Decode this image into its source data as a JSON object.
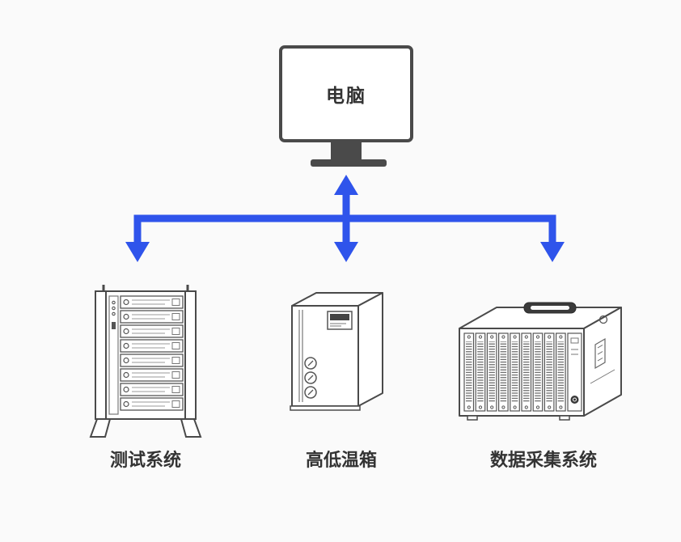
{
  "diagram": {
    "computer": {
      "label": "电脑"
    },
    "devices": [
      {
        "id": "test-system",
        "label": "测试系统"
      },
      {
        "id": "temp-chamber",
        "label": "高低温箱"
      },
      {
        "id": "daq-system",
        "label": "数据采集系统"
      }
    ],
    "colors": {
      "arrow": "#2F54EB",
      "line_art": "#4a4a4a",
      "background": "#fafafa",
      "label_text": "#333333"
    }
  }
}
